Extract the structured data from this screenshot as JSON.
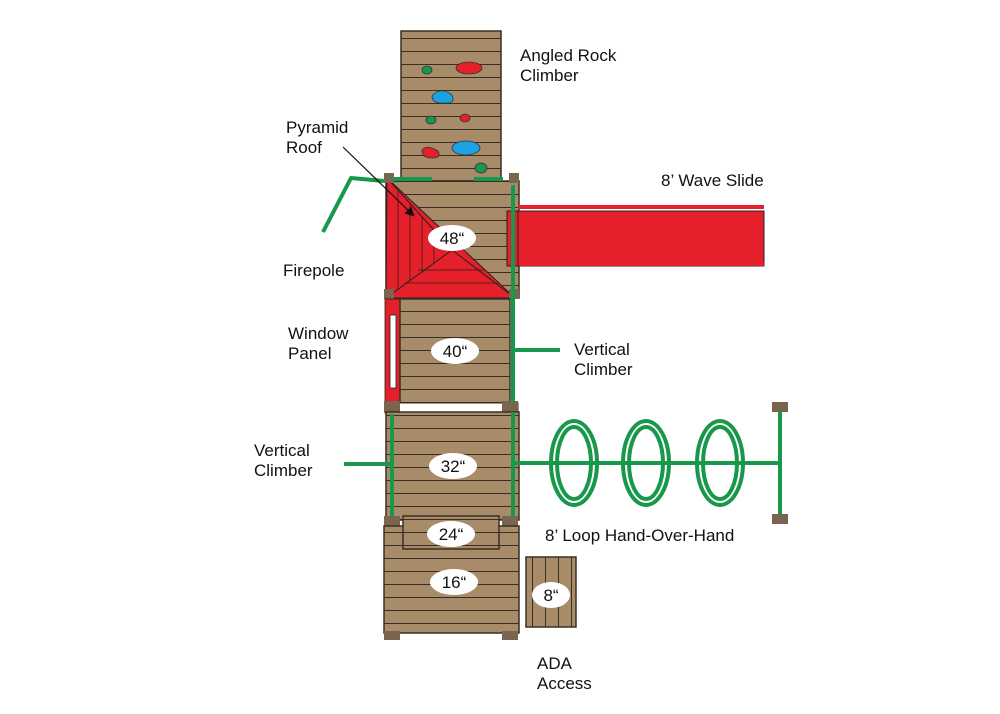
{
  "labels": {
    "rock_climber": {
      "line1": "Angled Rock",
      "line2": "Climber"
    },
    "pyramid_roof": {
      "line1": "Pyramid",
      "line2": "Roof"
    },
    "wave_slide": "8’ Wave Slide",
    "firepole": "Firepole",
    "window_panel": {
      "line1": "Window",
      "line2": "Panel"
    },
    "vertical_climber_right": {
      "line1": "Vertical",
      "line2": "Climber"
    },
    "vertical_climber_left": {
      "line1": "Vertical",
      "line2": "Climber"
    },
    "loop_hand_over_hand": "8’ Loop Hand-Over-Hand",
    "ada_access": {
      "line1": "ADA",
      "line2": "Access"
    }
  },
  "heights": {
    "deck_48": "48“",
    "deck_40": "40“",
    "deck_32": "32“",
    "deck_24": "24“",
    "deck_16": "16“",
    "ada_8": "8“"
  },
  "colors": {
    "wood": "#a88c6a",
    "wood_line": "#3a2e22",
    "post": "#7a6650",
    "green": "#17984a",
    "red": "#e5202a",
    "blue": "#1aa3e0"
  }
}
